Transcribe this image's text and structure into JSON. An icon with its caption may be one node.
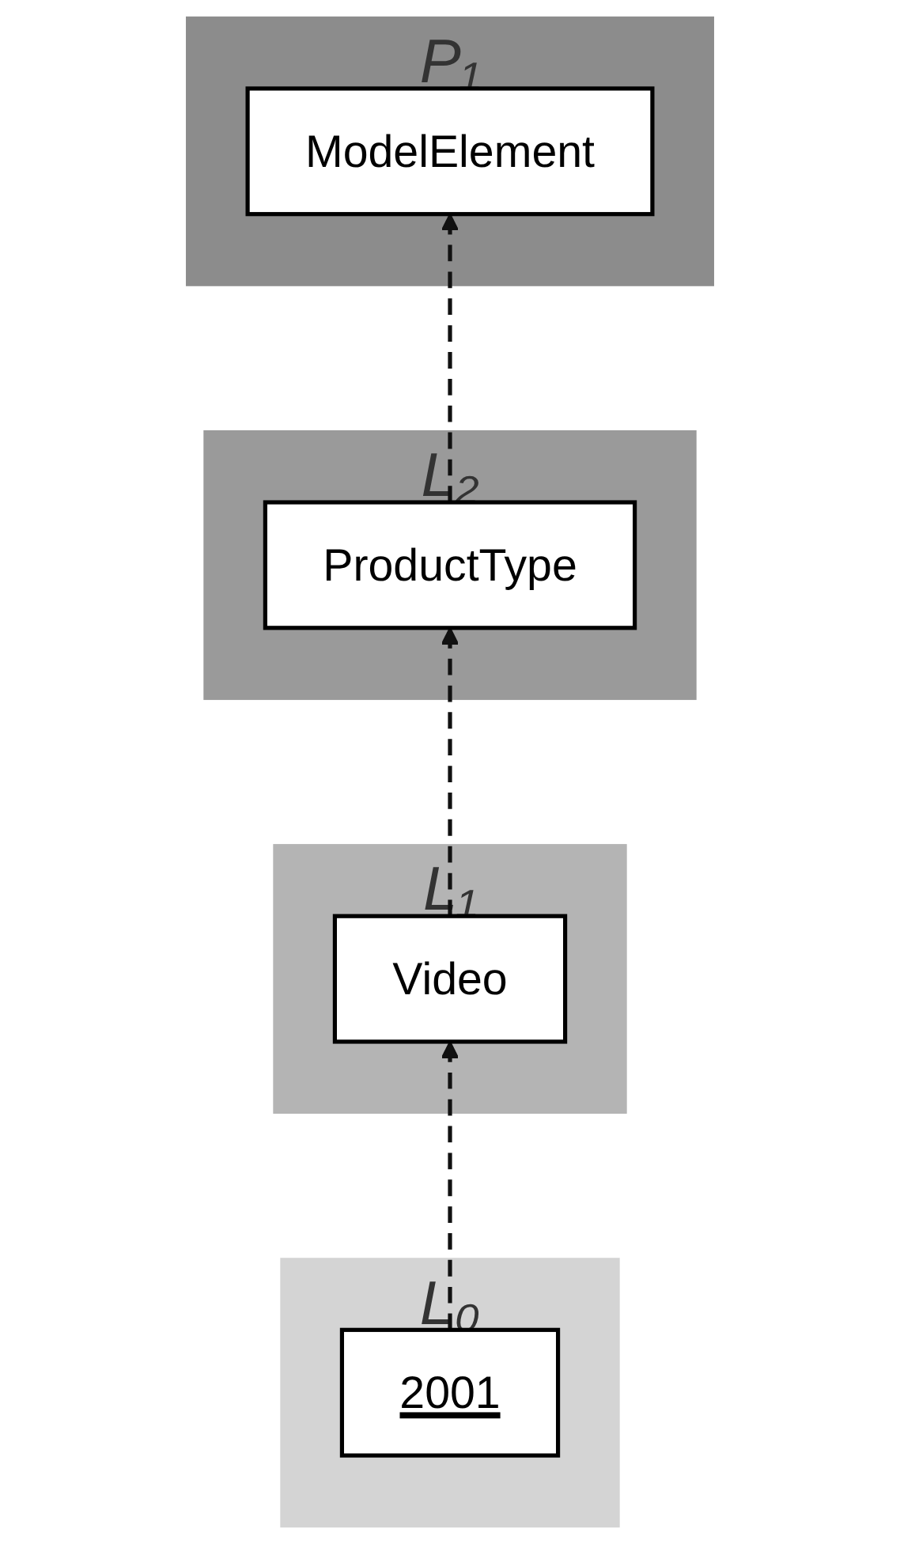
{
  "diagram": {
    "nodes": [
      {
        "text": [
          "P₁"
        ]
      },
      {
        "text": [
          "ModelElement"
        ],
        "in": 0
      },
      {
        "text": [
          "L₂"
        ]
      },
      {
        "text": [
          "ProductType"
        ],
        "in": 2
      },
      {
        "text": [
          "L₁"
        ]
      },
      {
        "text": [
          "Video"
        ],
        "in": 4
      },
      {
        "text": [
          "L₀"
        ]
      },
      {
        "text": [
          "2001"
        ],
        "in": 6
      }
    ],
    "edges": [
      {
        "from": 3,
        "to": 1,
        "arrow": "to",
        "style": "dashed"
      },
      {
        "from": 5,
        "to": 3,
        "arrow": "to",
        "style": "dashed"
      },
      {
        "from": 7,
        "to": 5,
        "arrow": "to",
        "style": "dashed"
      }
    ]
  }
}
